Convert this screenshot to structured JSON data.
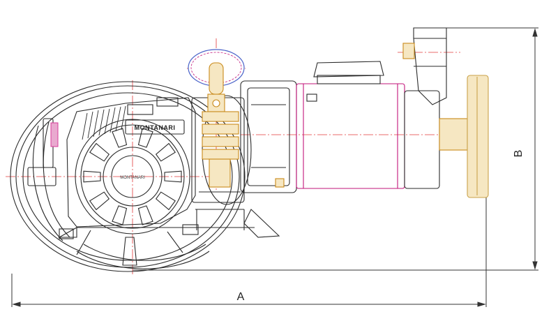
{
  "dimensions": {
    "width_label": "A",
    "height_label": "B"
  },
  "markings": {
    "nameplate": "MONTANARI",
    "pulley_logo": "MONTANARI"
  },
  "colors": {
    "outline": "#2a2a2a",
    "centerline": "#e23b3b",
    "motor": "#c2157a",
    "brake": "#c98a1a",
    "handwheel": "#c9a24a",
    "cover": "#d83a9a",
    "dimension": "#333333"
  }
}
